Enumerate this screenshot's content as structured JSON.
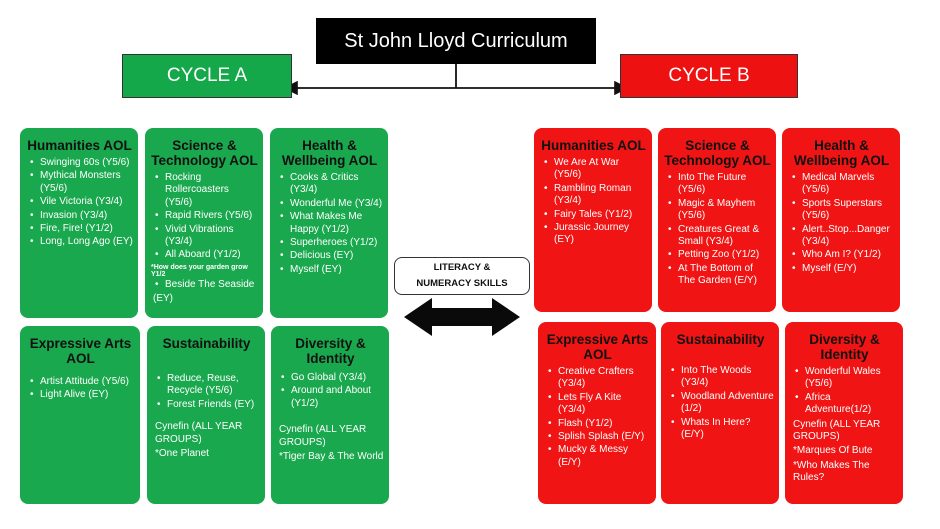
{
  "title": "St John Lloyd Curriculum",
  "cycle_a": "CYCLE A",
  "cycle_b": "CYCLE B",
  "center_label": "LITERACY & NUMERACY SKILLS",
  "colors": {
    "green": "#1aa84e",
    "red": "#f01414",
    "black": "#000000"
  },
  "cycle_a_boxes": {
    "humanities": {
      "heading": "Humanities AOL",
      "items": [
        "Swinging 60s (Y5/6)",
        "Mythical Monsters (Y5/6)",
        "Vile Victoria (Y3/4)",
        "Invasion (Y3/4)",
        "Fire, Fire! (Y1/2)",
        "Long, Long Ago (EY)"
      ]
    },
    "science": {
      "heading": "Science & Technology AOL",
      "items": [
        "Rocking Rollercoasters (Y5/6)",
        "Rapid Rivers (Y5/6)",
        "Vivid Vibrations (Y3/4)",
        "All Aboard (Y1/2)"
      ],
      "note": "*How does your garden grow Y1/2",
      "items2": [
        "Beside The Seaside"
      ],
      "tail": "(EY)"
    },
    "health": {
      "heading": "Health & Wellbeing AOL",
      "items": [
        "Cooks & Critics (Y3/4)",
        "Wonderful Me (Y3/4)",
        "What Makes Me Happy (Y1/2)",
        "Superheroes (Y1/2)",
        "Delicious (EY)",
        "Myself (EY)"
      ]
    },
    "expressive": {
      "heading": "Expressive Arts AOL",
      "items": [
        "Artist Attitude (Y5/6)",
        "Light Alive (EY)"
      ]
    },
    "sustainability": {
      "heading": "Sustainability",
      "items": [
        "Reduce, Reuse, Recycle (Y5/6)",
        "Forest Friends (EY)"
      ],
      "p1": "Cynefin (ALL YEAR GROUPS)",
      "p2": "*One Planet"
    },
    "diversity": {
      "heading": "Diversity & Identity",
      "items": [
        "Go Global (Y3/4)",
        "Around and About (Y1/2)"
      ],
      "p1": "Cynefin (ALL YEAR GROUPS)",
      "p2": "*Tiger Bay & The World"
    }
  },
  "cycle_b_boxes": {
    "humanities": {
      "heading": "Humanities AOL",
      "items": [
        "We Are At War (Y5/6)",
        "Rambling Roman (Y3/4)",
        "Fairy Tales (Y1/2)",
        "Jurassic Journey (EY)"
      ]
    },
    "science": {
      "heading": "Science & Technology AOL",
      "items": [
        "Into The Future (Y5/6)",
        "Magic & Mayhem (Y5/6)",
        "Creatures Great & Small (Y3/4)",
        "Petting Zoo (Y1/2)",
        "At The Bottom of The Garden (E/Y)"
      ]
    },
    "health": {
      "heading": "Health & Wellbeing AOL",
      "items": [
        "Medical Marvels (Y5/6)",
        "Sports Superstars (Y5/6)",
        "Alert..Stop...Danger (Y3/4)",
        "Who Am I? (Y1/2)",
        "Myself (E/Y)"
      ]
    },
    "expressive": {
      "heading": "Expressive Arts AOL",
      "items": [
        "Creative Crafters (Y3/4)",
        "Lets Fly A Kite (Y3/4)",
        "Flash (Y1/2)",
        "Splish Splash (E/Y)",
        "Mucky & Messy (E/Y)"
      ]
    },
    "sustainability": {
      "heading": "Sustainability",
      "items": [
        "Into The Woods (Y3/4)",
        "Woodland Adventure (1/2)",
        "Whats In Here? (E/Y)"
      ]
    },
    "diversity": {
      "heading": "Diversity & Identity",
      "items": [
        "Wonderful Wales (Y5/6)",
        "Africa Adventure(1/2)"
      ],
      "p1": "Cynefin (ALL YEAR GROUPS)",
      "p2": "*Marques Of Bute",
      "p3": "*Who Makes The Rules?"
    }
  }
}
